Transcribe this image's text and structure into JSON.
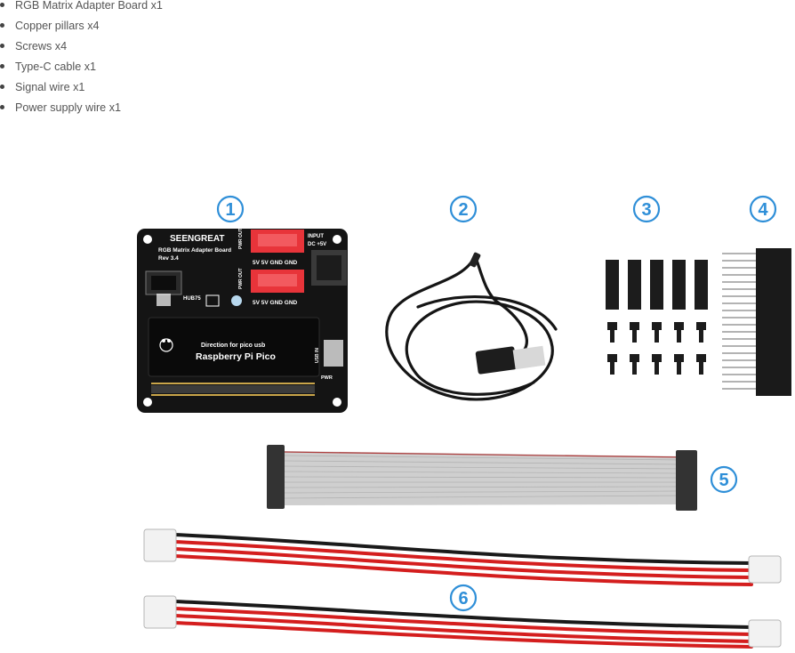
{
  "package_list": [
    "RGB Matrix Adapter Board x1",
    "Copper pillars x4",
    "Screws x4",
    "Type-C cable x1",
    "Signal wire x1",
    "Power supply wire x1"
  ],
  "callouts": [
    "1",
    "2",
    "3",
    "4",
    "5",
    "6"
  ],
  "board": {
    "brand": "SEENGREAT",
    "name": "RGB Matrix Adapter Board",
    "rev": "Rev 3.4",
    "hub": "HUB75",
    "pwr_out": "PWR OUT",
    "input": "INPUT",
    "dc": "DC +5V",
    "pins": "5V  5V  GND GND",
    "direction": "Direction for pico usb",
    "pico": "Raspberry Pi Pico",
    "usb_in": "USB IN",
    "dc_in": "DC +5V",
    "pwr": "PWR"
  },
  "colors": {
    "callout": "#2f8fd8",
    "pcb": "#141414",
    "connector": "#e8343a",
    "wire_red": "#d41e1e",
    "wire_black": "#1a1a1a",
    "ribbon": "#cfcfcf"
  }
}
